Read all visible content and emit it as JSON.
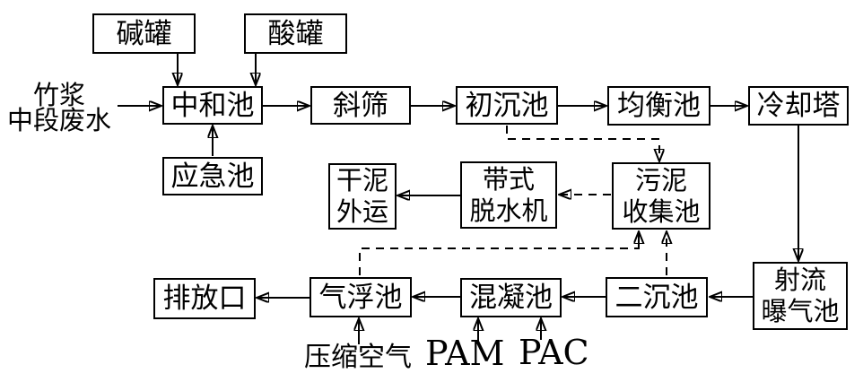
{
  "diagram_type": "process-flowchart",
  "colors": {
    "background": "#ffffff",
    "line": "#000000",
    "box_fill": "#ffffff",
    "text": "#000000"
  },
  "nodes": {
    "alkali_tank": {
      "label": "碱罐"
    },
    "acid_tank": {
      "label": "酸罐"
    },
    "influent": {
      "line1": "竹浆",
      "line2": "中段废水"
    },
    "neutralization": {
      "label": "中和池"
    },
    "emergency": {
      "label": "应急池"
    },
    "screen": {
      "label": "斜筛"
    },
    "primary_sedimentation": {
      "label": "初沉池"
    },
    "equalization": {
      "label": "均衡池"
    },
    "cooling_tower": {
      "label": "冷却塔"
    },
    "dry_sludge": {
      "line1": "干泥",
      "line2": "外运"
    },
    "belt_press": {
      "line1": "带式",
      "line2": "脱水机"
    },
    "sludge_collection": {
      "line1": "污泥",
      "line2": "收集池"
    },
    "outfall": {
      "label": "排放口"
    },
    "daf": {
      "label": "气浮池"
    },
    "coagulation": {
      "label": "混凝池"
    },
    "secondary_sedimentation": {
      "label": "二沉池"
    },
    "jet_aeration": {
      "line1": "射流",
      "line2": "曝气池"
    }
  },
  "annotations": {
    "compressed_air": "压缩空气",
    "pam": "PAM",
    "pac": "PAC"
  },
  "edges": [
    {
      "from": "alkali_tank",
      "to": "neutralization",
      "style": "solid"
    },
    {
      "from": "acid_tank",
      "to": "neutralization",
      "style": "solid"
    },
    {
      "from": "influent",
      "to": "neutralization",
      "style": "solid"
    },
    {
      "from": "emergency",
      "to": "neutralization",
      "style": "solid"
    },
    {
      "from": "neutralization",
      "to": "screen",
      "style": "solid"
    },
    {
      "from": "screen",
      "to": "primary_sedimentation",
      "style": "solid"
    },
    {
      "from": "primary_sedimentation",
      "to": "equalization",
      "style": "solid"
    },
    {
      "from": "equalization",
      "to": "cooling_tower",
      "style": "solid"
    },
    {
      "from": "cooling_tower",
      "to": "jet_aeration",
      "style": "solid"
    },
    {
      "from": "jet_aeration",
      "to": "secondary_sedimentation",
      "style": "solid"
    },
    {
      "from": "secondary_sedimentation",
      "to": "coagulation",
      "style": "solid"
    },
    {
      "from": "coagulation",
      "to": "daf",
      "style": "solid"
    },
    {
      "from": "daf",
      "to": "outfall",
      "style": "solid"
    },
    {
      "from": "primary_sedimentation",
      "to": "sludge_collection",
      "style": "dashed"
    },
    {
      "from": "secondary_sedimentation",
      "to": "sludge_collection",
      "style": "dashed"
    },
    {
      "from": "daf",
      "to": "sludge_collection",
      "style": "dashed"
    },
    {
      "from": "sludge_collection",
      "to": "belt_press",
      "style": "dashed"
    },
    {
      "from": "belt_press",
      "to": "dry_sludge",
      "style": "solid"
    },
    {
      "from": "compressed_air",
      "to": "daf",
      "style": "solid"
    },
    {
      "from": "pam",
      "to": "coagulation",
      "style": "solid"
    },
    {
      "from": "pac",
      "to": "coagulation",
      "style": "solid"
    }
  ]
}
